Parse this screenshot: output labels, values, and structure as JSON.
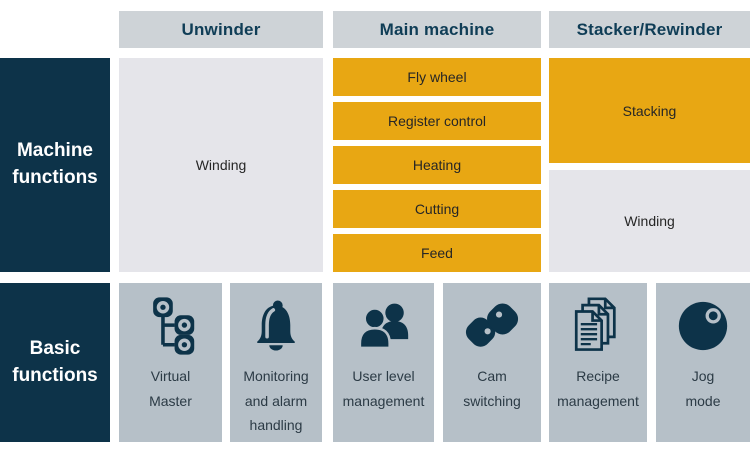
{
  "colors": {
    "navy": "#0d3349",
    "petrol_header_text": "#0f3d56",
    "yellow": "#e8a713",
    "header_gray": "#ced3d7",
    "light_gray_box": "#e5e5ea",
    "basic_cell_gray": "#b6c0c8",
    "box_text": "#262626",
    "background": "#ffffff"
  },
  "columns": [
    {
      "header": "Unwinder"
    },
    {
      "header": "Main machine"
    },
    {
      "header": "Stacker/Rewinder"
    }
  ],
  "machine_functions": {
    "title": "Machine\nfunctions",
    "unwinder_items": [
      {
        "label": "Winding",
        "variant": "gray"
      }
    ],
    "main_machine_items": [
      {
        "label": "Fly wheel",
        "variant": "yellow"
      },
      {
        "label": "Register control",
        "variant": "yellow"
      },
      {
        "label": "Heating",
        "variant": "yellow"
      },
      {
        "label": "Cutting",
        "variant": "yellow"
      },
      {
        "label": "Feed",
        "variant": "yellow"
      }
    ],
    "stacker_items": [
      {
        "label": "Stacking",
        "variant": "yellow"
      },
      {
        "label": "Winding",
        "variant": "gray"
      }
    ]
  },
  "basic_functions": {
    "title": "Basic\nfunctions",
    "items": [
      {
        "label": "Virtual\nMaster",
        "icon": "virtual-master-icon"
      },
      {
        "label": "Monitoring\nand alarm\nhandling",
        "icon": "alarm-bell-icon"
      },
      {
        "label": "User level\nmanagement",
        "icon": "users-icon"
      },
      {
        "label": "Cam\nswitching",
        "icon": "cam-switching-icon"
      },
      {
        "label": "Recipe\nmanagement",
        "icon": "documents-stack-icon"
      },
      {
        "label": "Jog\nmode",
        "icon": "jog-wheel-icon"
      }
    ]
  }
}
